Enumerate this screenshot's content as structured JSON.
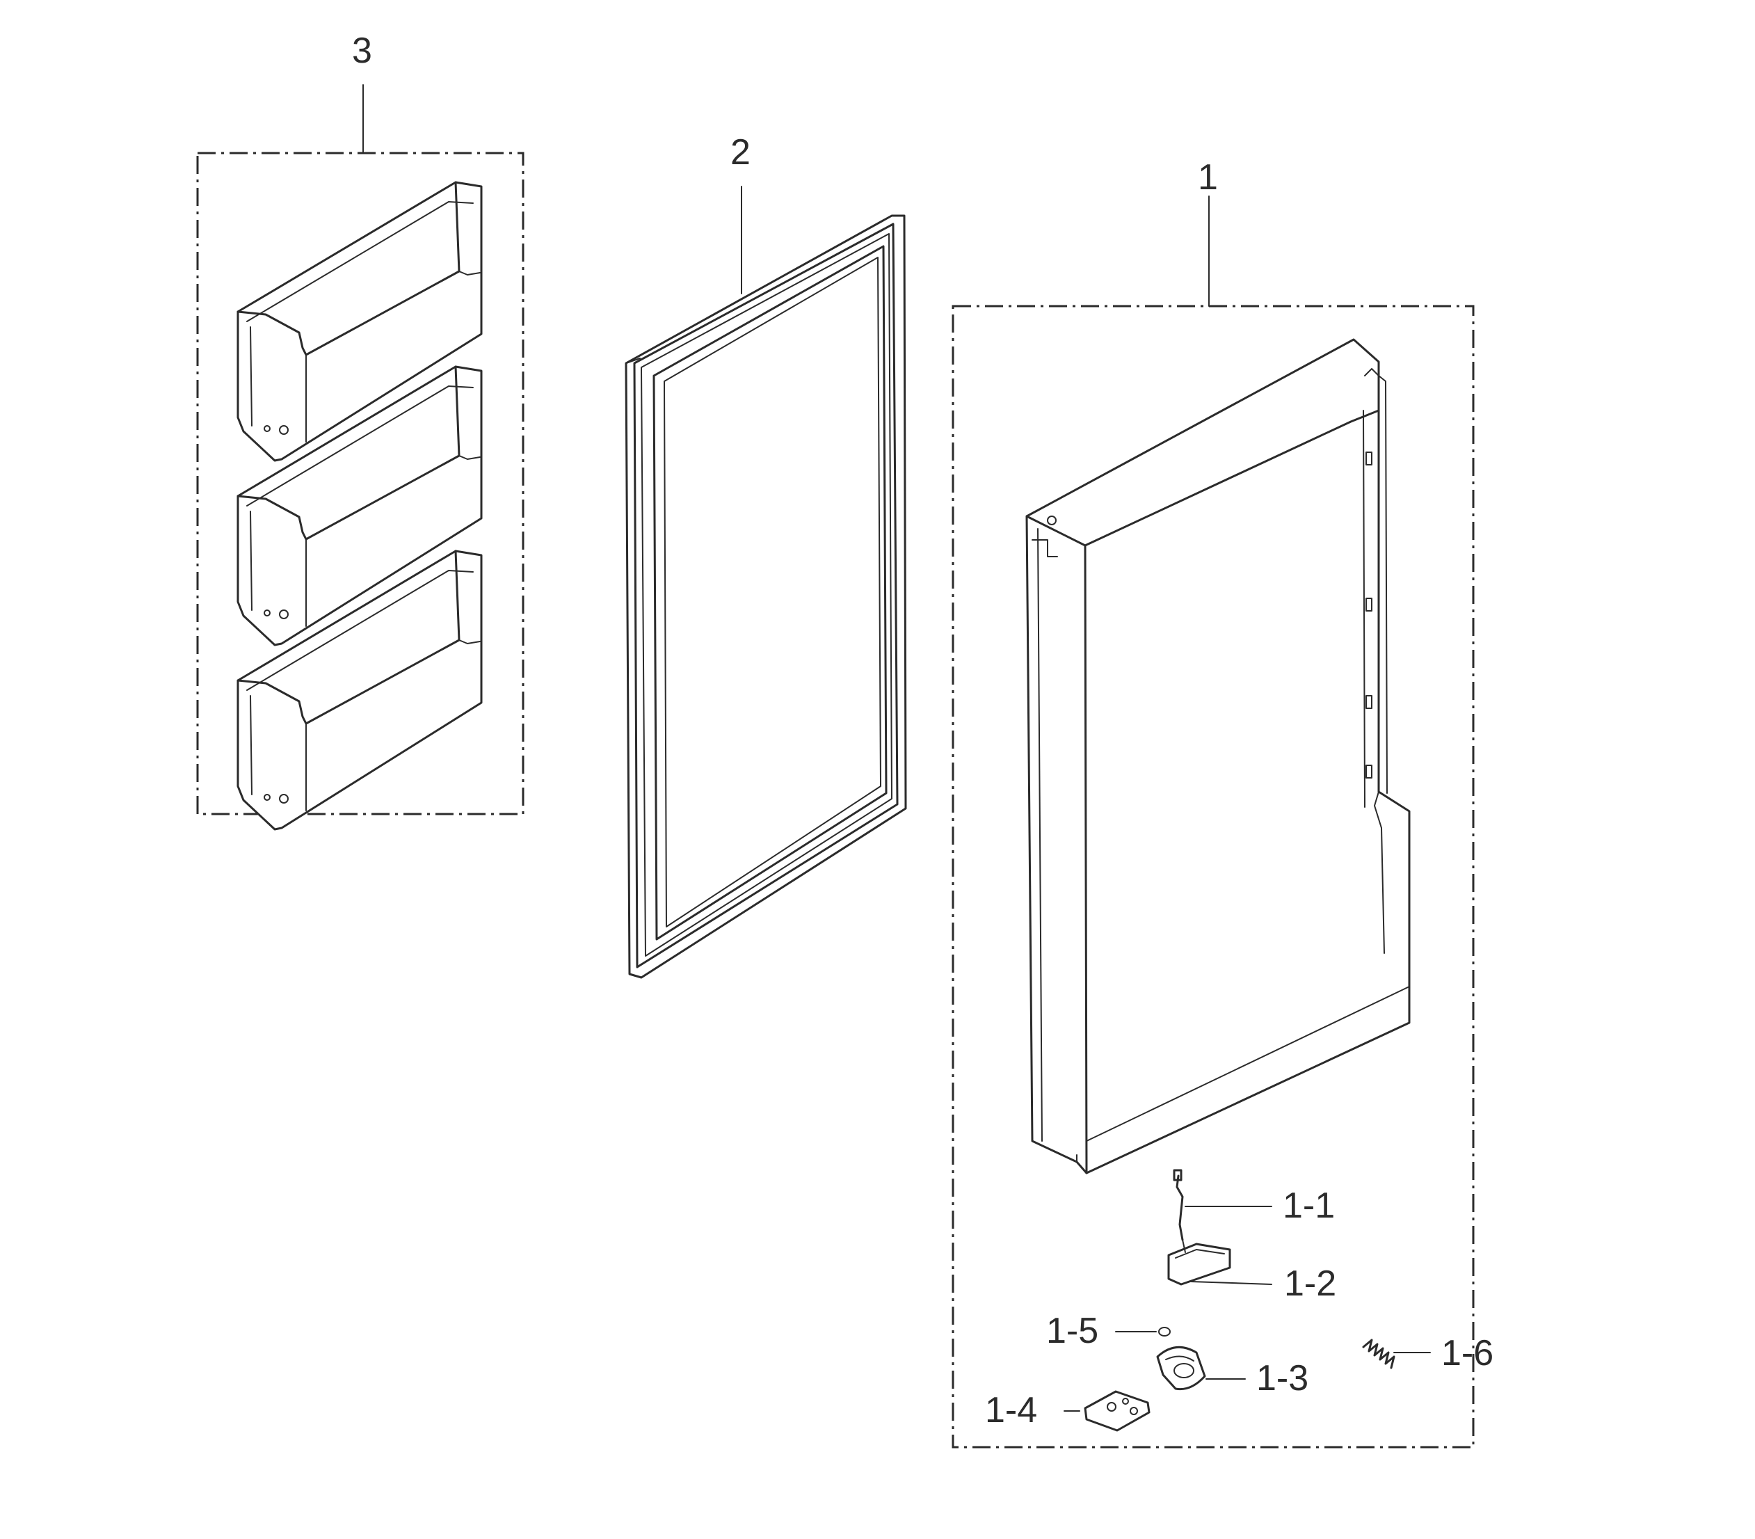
{
  "parts": {
    "bin_group": "3",
    "gasket": "2",
    "door_assembly": "1"
  },
  "sub_parts": {
    "p1_1": "1-1",
    "p1_2": "1-2",
    "p1_3": "1-3",
    "p1_4": "1-4",
    "p1_5": "1-5",
    "p1_6": "1-6"
  },
  "colors": {
    "line": "#2b2b2b",
    "background": "#ffffff"
  }
}
